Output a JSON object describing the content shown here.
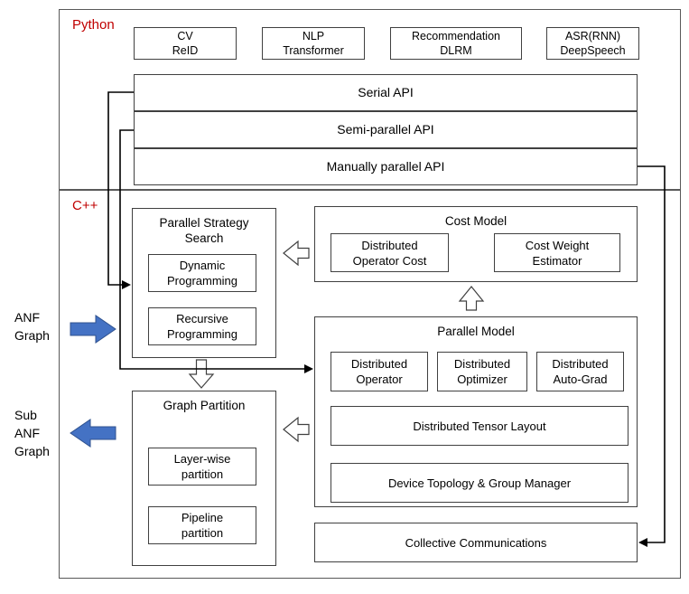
{
  "python": {
    "label": "Python",
    "apps": [
      {
        "line1": "CV",
        "line2": "ReID"
      },
      {
        "line1": "NLP",
        "line2": "Transformer"
      },
      {
        "line1": "Recommendation",
        "line2": "DLRM"
      },
      {
        "line1": "ASR(RNN)",
        "line2": "DeepSpeech"
      }
    ],
    "apis": [
      "Serial API",
      "Semi-parallel API",
      "Manually parallel API"
    ]
  },
  "cpp": {
    "label": "C++",
    "parallel_strategy_search": {
      "title": "Parallel Strategy Search",
      "items": [
        "Dynamic Programming",
        "Recursive Programming"
      ]
    },
    "cost_model": {
      "title": "Cost Model",
      "items": [
        "Distributed Operator Cost",
        "Cost Weight Estimator"
      ]
    },
    "parallel_model": {
      "title": "Parallel Model",
      "modules": [
        "Distributed Operator",
        "Distributed Optimizer",
        "Distributed Auto-Grad"
      ],
      "layers": [
        "Distributed Tensor Layout",
        "Device Topology & Group Manager"
      ]
    },
    "graph_partition": {
      "title": "Graph Partition",
      "items": [
        "Layer-wise partition",
        "Pipeline partition"
      ]
    },
    "collective_communications": "Collective Communications"
  },
  "side": {
    "anf_graph": [
      "ANF",
      "Graph"
    ],
    "sub_anf_graph": [
      "Sub",
      "ANF",
      "Graph"
    ]
  },
  "colors": {
    "section_label": "#C00000",
    "solid_arrow_fill": "#4472C4",
    "solid_arrow_stroke": "#2F528F",
    "box_border": "#404040"
  }
}
